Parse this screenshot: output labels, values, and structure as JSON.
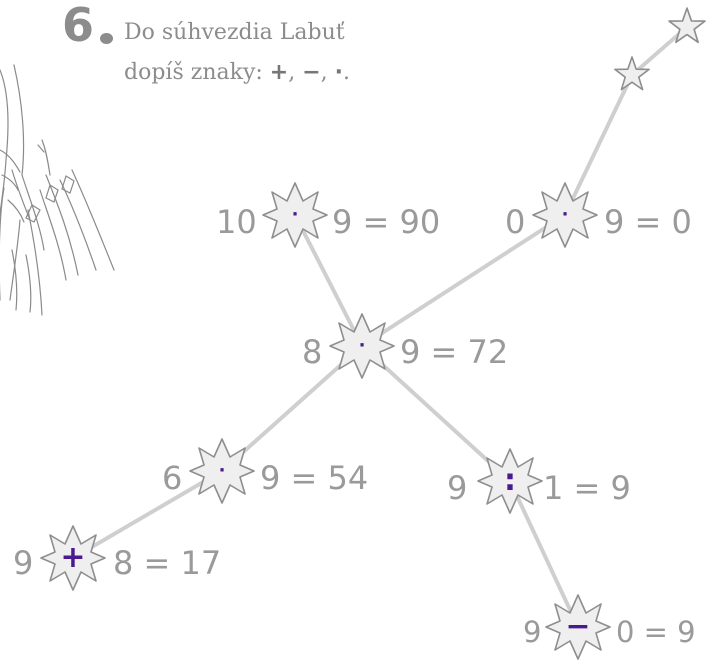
{
  "task": {
    "number": "6",
    "instruction_line1": "Do súhvezdia Labuť",
    "instruction_line2_prefix": "dopíš znaky: ",
    "signs": [
      "+",
      "−",
      "·"
    ],
    "separator": ",",
    "end": "."
  },
  "equations": [
    {
      "id": "top-left",
      "left": "10",
      "right": "9 = 90",
      "answer": "·"
    },
    {
      "id": "top-right",
      "left": "0",
      "right": "9 = 0",
      "answer": "·"
    },
    {
      "id": "center",
      "left": "8",
      "right": "9 = 72",
      "answer": "·"
    },
    {
      "id": "left-mid",
      "left": "6",
      "right": "9 = 54",
      "answer": "·"
    },
    {
      "id": "right-mid",
      "left": "9",
      "right": "1 = 9",
      "answer": ":"
    },
    {
      "id": "bottom-left",
      "left": "9",
      "right": "8 = 17",
      "answer": "+"
    },
    {
      "id": "bottom-right",
      "left": "9",
      "right": "0 = 9",
      "answer": "−"
    }
  ],
  "colors": {
    "line": "#cfcfcf",
    "star_fill": "#efefef",
    "star_stroke": "#8e8e8e",
    "text": "#9a9a9a",
    "answer": "#4a1a8f"
  },
  "icons": [
    "small-star-icon",
    "burst-star-icon",
    "swan-illustration"
  ]
}
